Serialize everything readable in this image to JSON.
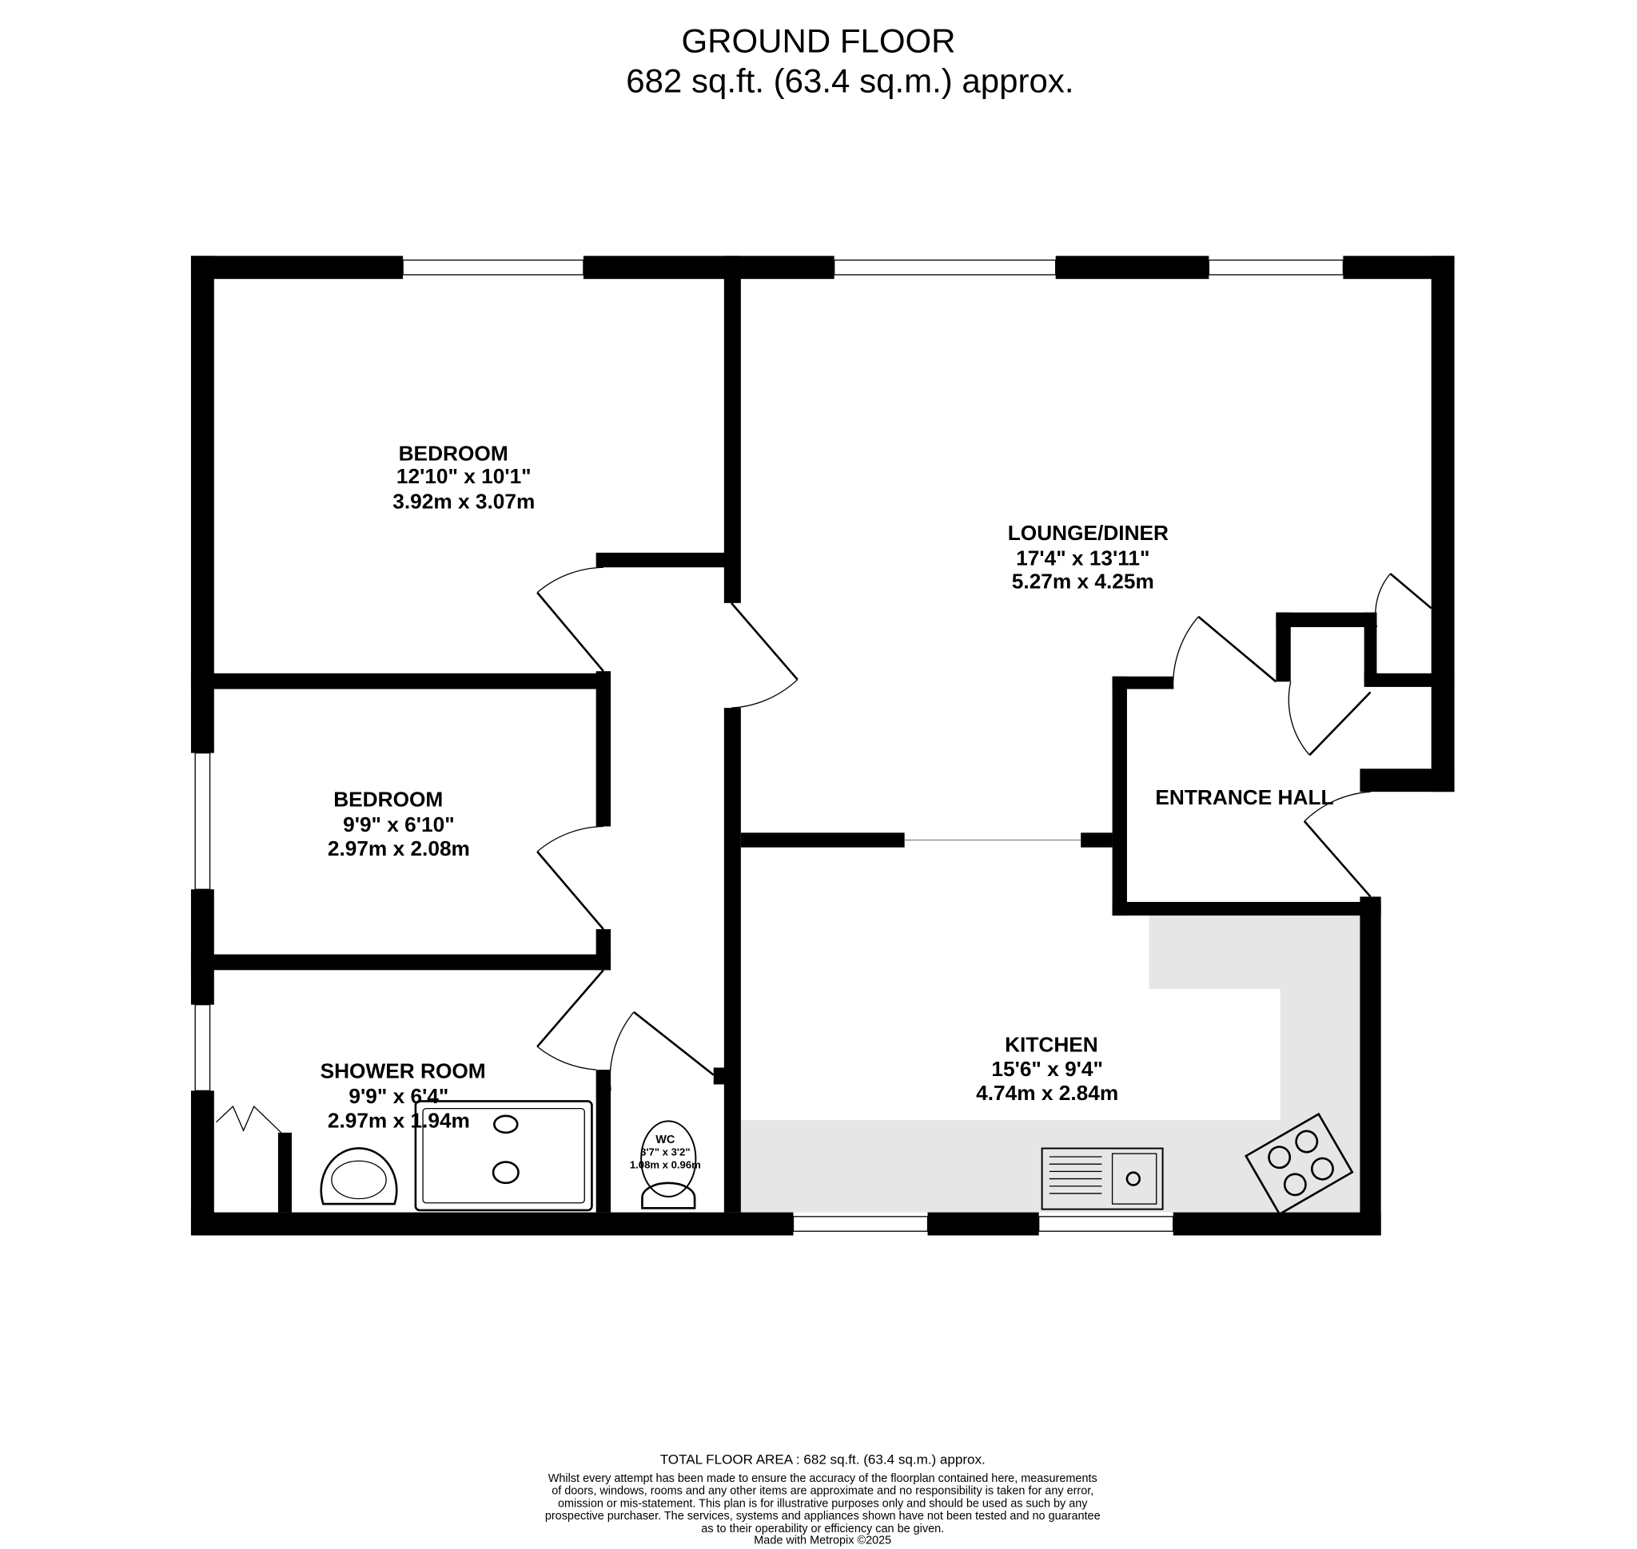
{
  "header": {
    "title": "GROUND FLOOR",
    "area": "682 sq.ft. (63.4 sq.m.) approx."
  },
  "rooms": [
    {
      "name": "BEDROOM",
      "imperial": "12'10\"  x 10'1\"",
      "metric": "3.92m  x 3.07m"
    },
    {
      "name": "LOUNGE/DINER",
      "imperial": "17'4\"  x 13'11\"",
      "metric": "5.27m  x 4.25m"
    },
    {
      "name": "BEDROOM",
      "imperial": "9'9\"  x 6'10\"",
      "metric": "2.97m  x 2.08m"
    },
    {
      "name": "ENTRANCE HALL"
    },
    {
      "name": "KITCHEN",
      "imperial": "15'6\"  x 9'4\"",
      "metric": "4.74m  x 2.84m"
    },
    {
      "name": "SHOWER ROOM",
      "imperial": "9'9\"  x 6'4\"",
      "metric": "2.97m  x 1.94m"
    },
    {
      "name": "WC",
      "imperial": "3'7\"  x 3'2\"",
      "metric": "1.08m  x 0.96m"
    }
  ],
  "colors": {
    "wall": "#000000",
    "counter": "#e6e6e6"
  },
  "footer": {
    "total": "TOTAL FLOOR AREA : 682 sq.ft. (63.4 sq.m.) approx.",
    "lines": [
      "Whilst every attempt has been made to ensure the accuracy of the floorplan contained here, measurements",
      "of doors, windows, rooms and any other items are approximate and no responsibility is taken for any error,",
      "omission or mis-statement. This plan is for illustrative purposes only and should be used as such by any",
      "prospective purchaser. The services, systems and appliances shown have not been tested and no guarantee",
      "as to their operability or efficiency can be given."
    ],
    "made": "Made with Metropix ©2025"
  }
}
